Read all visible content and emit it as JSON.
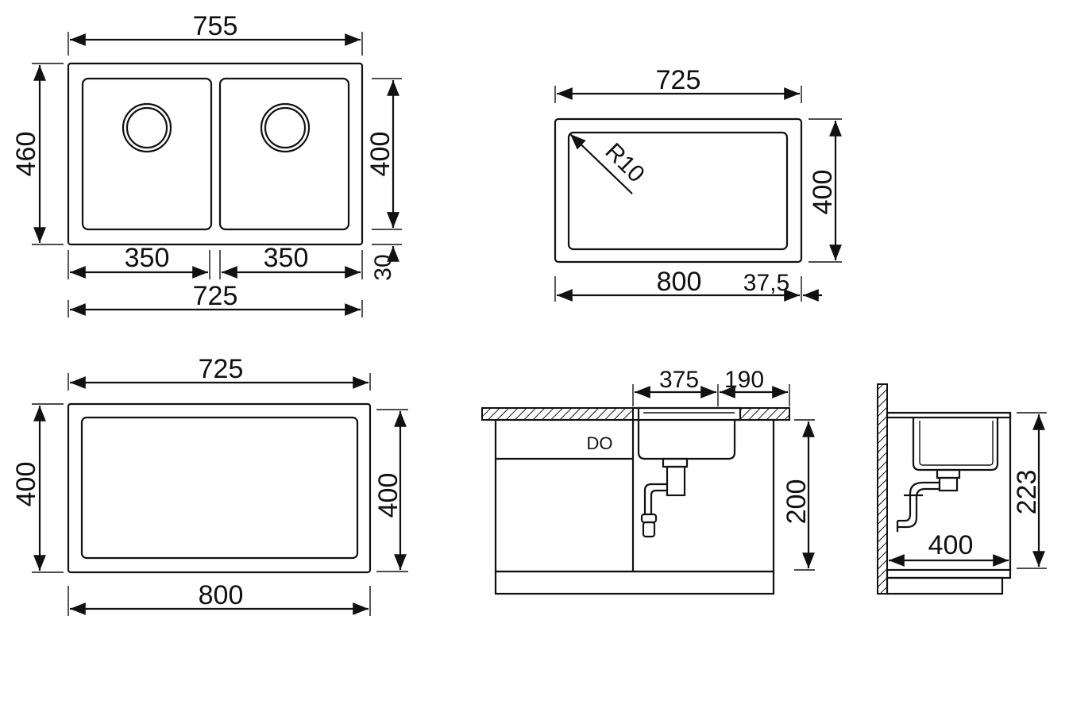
{
  "colors": {
    "line": "#111111",
    "background": "#ffffff"
  },
  "double_sink_top": {
    "width_overall": "755",
    "depth_overall": "460",
    "bowl_depth": "400",
    "bowl_left_width": "350",
    "bowl_right_width": "350",
    "inner_width": "725",
    "edge_offset": "30"
  },
  "single_sink_top_right": {
    "inner_width": "725",
    "corner_radius": "R10",
    "depth": "400",
    "overall_width": "800",
    "edge_offset": "37,5"
  },
  "single_sink_top_left": {
    "inner_width": "725",
    "left_depth": "400",
    "right_depth": "400",
    "overall_width": "800"
  },
  "front_elevation": {
    "bowl_width": "375",
    "side_offset": "190",
    "cabinet_label": "DO",
    "height": "200"
  },
  "side_elevation": {
    "depth": "400",
    "height": "223"
  }
}
